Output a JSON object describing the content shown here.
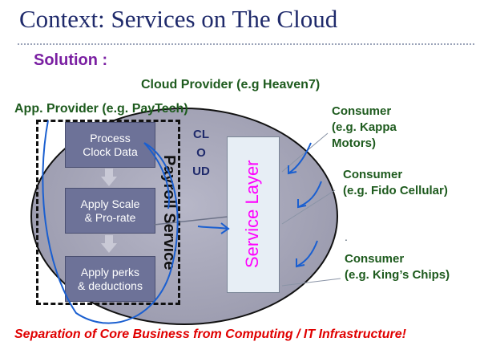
{
  "title": "Context: Services on The Cloud",
  "solution_label": "Solution :",
  "cloud_provider": "Cloud Provider (e.g Heaven7)",
  "app_provider": "App. Provider (e.g. PayTech)",
  "process_steps": [
    {
      "line1": "Process",
      "line2": "Clock Data"
    },
    {
      "line1": "Apply Scale",
      "line2": "& Pro-rate"
    },
    {
      "line1": "Apply perks",
      "line2": "& deductions"
    }
  ],
  "payroll_label": "Payroll Service",
  "cloud_letters": "CLOUD",
  "service_layer": "Service Layer",
  "consumers": [
    {
      "line1": "Consumer",
      "line2": "(e.g. Kappa",
      "line3": "Motors)"
    },
    {
      "line1": "Consumer",
      "line2": "(e.g. Fido Cellular)"
    },
    {
      "line1": "Consumer",
      "line2": "(e.g. King’s Chips)"
    }
  ],
  "stray_dot": ".",
  "footer": "Separation of  Core Business from Computing / IT Infrastructure!",
  "colors": {
    "title": "#1f2a6b",
    "solution": "#7a1fa2",
    "green_text": "#1e5b1e",
    "process_box": "#6d7298",
    "service_layer_text": "#ff00ff",
    "footer": "#e00000",
    "ink": "#1a5fd0"
  }
}
